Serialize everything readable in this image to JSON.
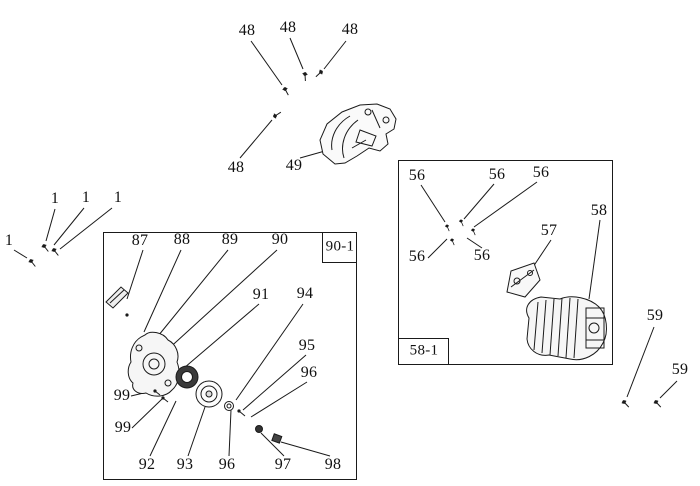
{
  "figure": {
    "background": "#ffffff",
    "line_color": "#1a1a1a",
    "dark_part_color": "#3a3a3a"
  },
  "part_labels": [
    "48",
    "48",
    "48",
    "48",
    "49",
    "1",
    "1",
    "1",
    "1",
    "87",
    "88",
    "89",
    "90",
    "91",
    "94",
    "95",
    "96",
    "99",
    "99",
    "92",
    "93",
    "96",
    "97",
    "98",
    "56",
    "56",
    "56",
    "56",
    "56",
    "57",
    "58",
    "59",
    "59"
  ],
  "group_boxes": [
    {
      "label": "90-1"
    },
    {
      "label": "58-1"
    }
  ]
}
